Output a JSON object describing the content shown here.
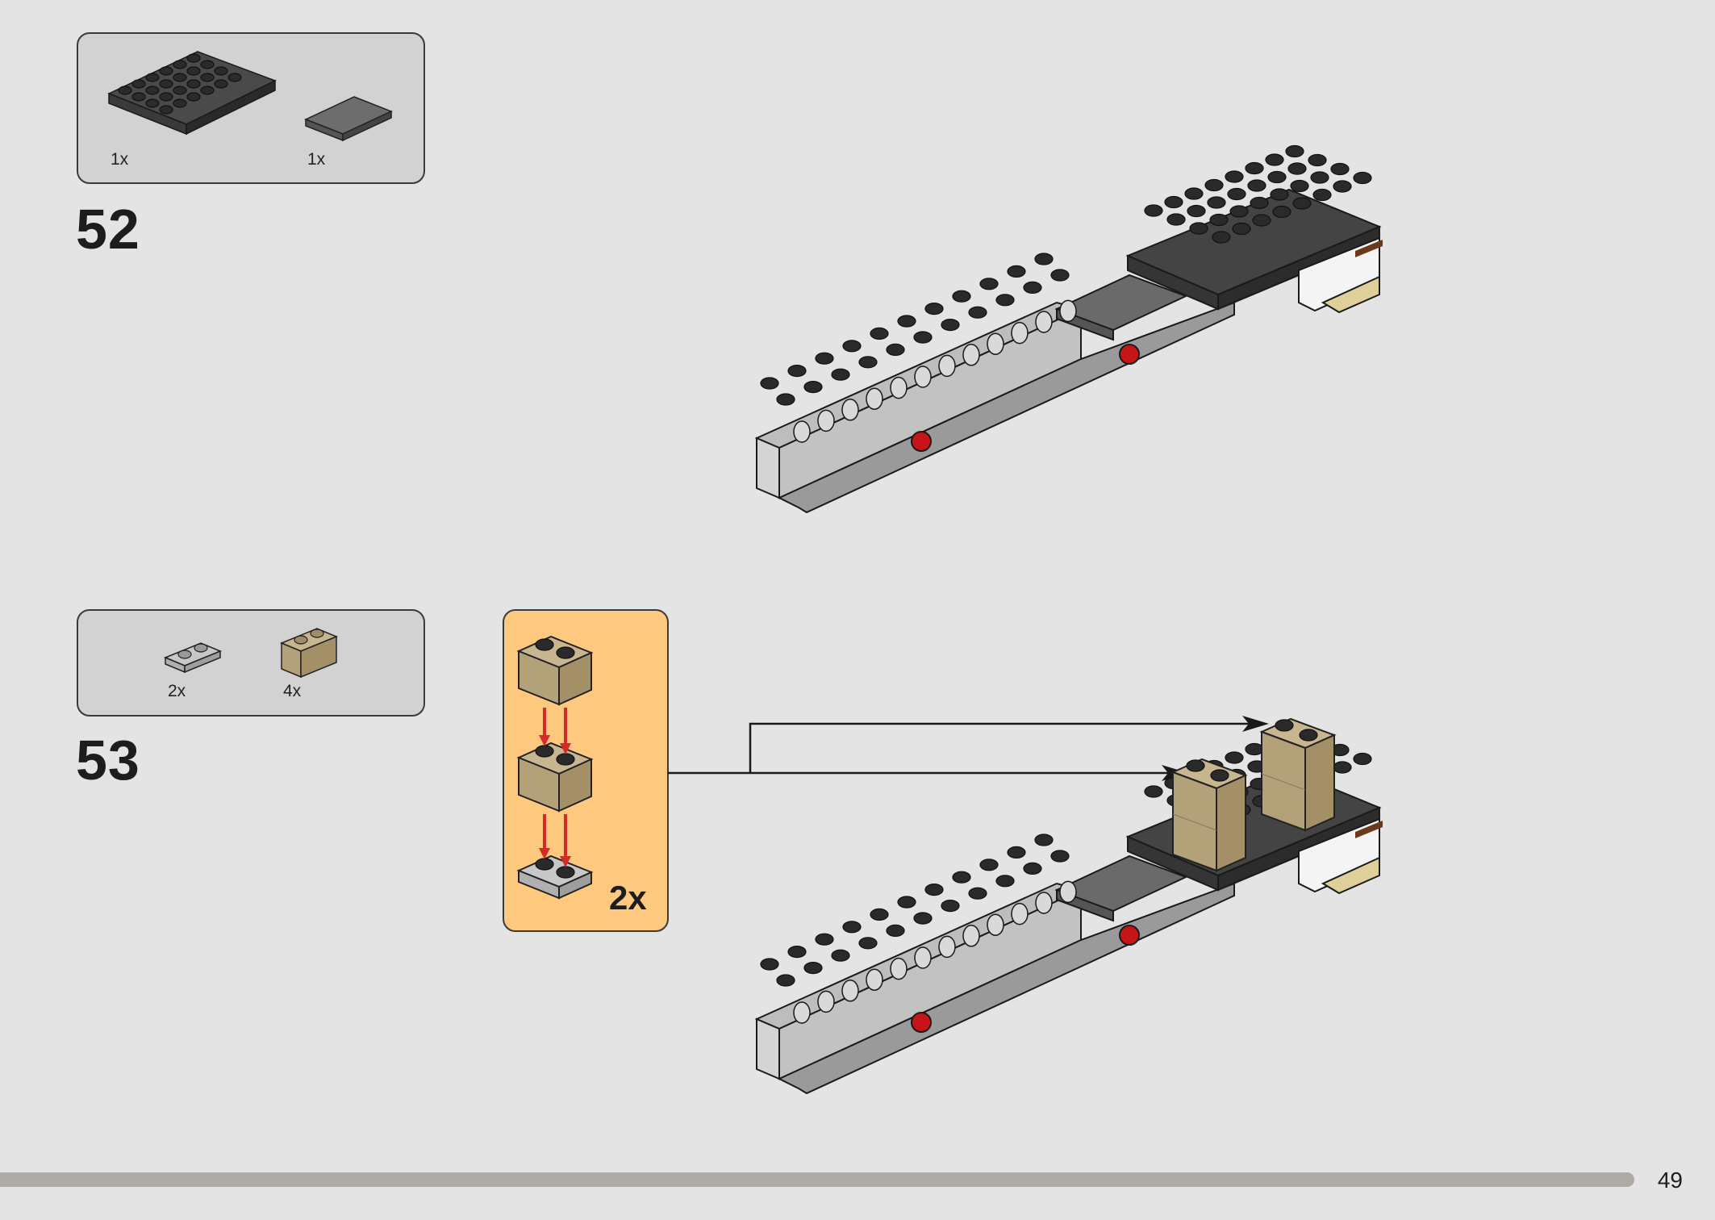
{
  "steps": [
    {
      "number": "52",
      "parts": [
        {
          "name": "dark grey plate",
          "qty": "1x"
        },
        {
          "name": "dark grey tile",
          "qty": "1x"
        }
      ]
    },
    {
      "number": "53",
      "parts": [
        {
          "name": "light grey plate 1x2",
          "qty": "2x"
        },
        {
          "name": "tan brick 1x2",
          "qty": "4x"
        }
      ],
      "callout": {
        "multiplier": "2x"
      }
    }
  ],
  "page": {
    "number": "49"
  },
  "colors": {
    "background": "#e4e4e4",
    "parts_box": "#d2d2d2",
    "callout": "#fec97e",
    "dark_stone_grey": "#3c3c3c",
    "light_stone_grey": "#b9b9b9",
    "tan": "#c8b690",
    "red": "#d0161c",
    "arrow_red": "#d42a2a"
  }
}
